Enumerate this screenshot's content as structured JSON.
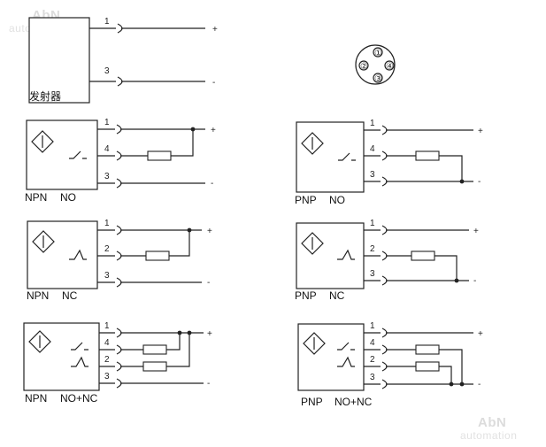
{
  "watermark": {
    "brand": "AbN",
    "sub": "automation"
  },
  "emitter": {
    "label": "发射器",
    "pins": [
      "1",
      "3"
    ],
    "signs": [
      "+",
      "-"
    ]
  },
  "connector": {
    "pins": [
      "①",
      "②",
      "④",
      "③"
    ]
  },
  "sensors": [
    {
      "type": "NPN",
      "mode": "NO",
      "pins": [
        "1",
        "4",
        "3"
      ],
      "signs": [
        "+",
        "-"
      ]
    },
    {
      "type": "PNP",
      "mode": "NO",
      "pins": [
        "1",
        "4",
        "3"
      ],
      "signs": [
        "+",
        "-"
      ]
    },
    {
      "type": "NPN",
      "mode": "NC",
      "pins": [
        "1",
        "2",
        "3"
      ],
      "signs": [
        "+",
        "-"
      ]
    },
    {
      "type": "PNP",
      "mode": "NC",
      "pins": [
        "1",
        "2",
        "3"
      ],
      "signs": [
        "+",
        "-"
      ]
    },
    {
      "type": "NPN",
      "mode": "NO+NC",
      "pins": [
        "1",
        "4",
        "2",
        "3"
      ],
      "signs": [
        "+",
        "-"
      ]
    },
    {
      "type": "PNP",
      "mode": "NO+NC",
      "pins": [
        "1",
        "4",
        "2",
        "3"
      ],
      "signs": [
        "+",
        "-"
      ]
    }
  ],
  "colors": {
    "line": "#222222",
    "watermark": "#dcdcdc"
  }
}
